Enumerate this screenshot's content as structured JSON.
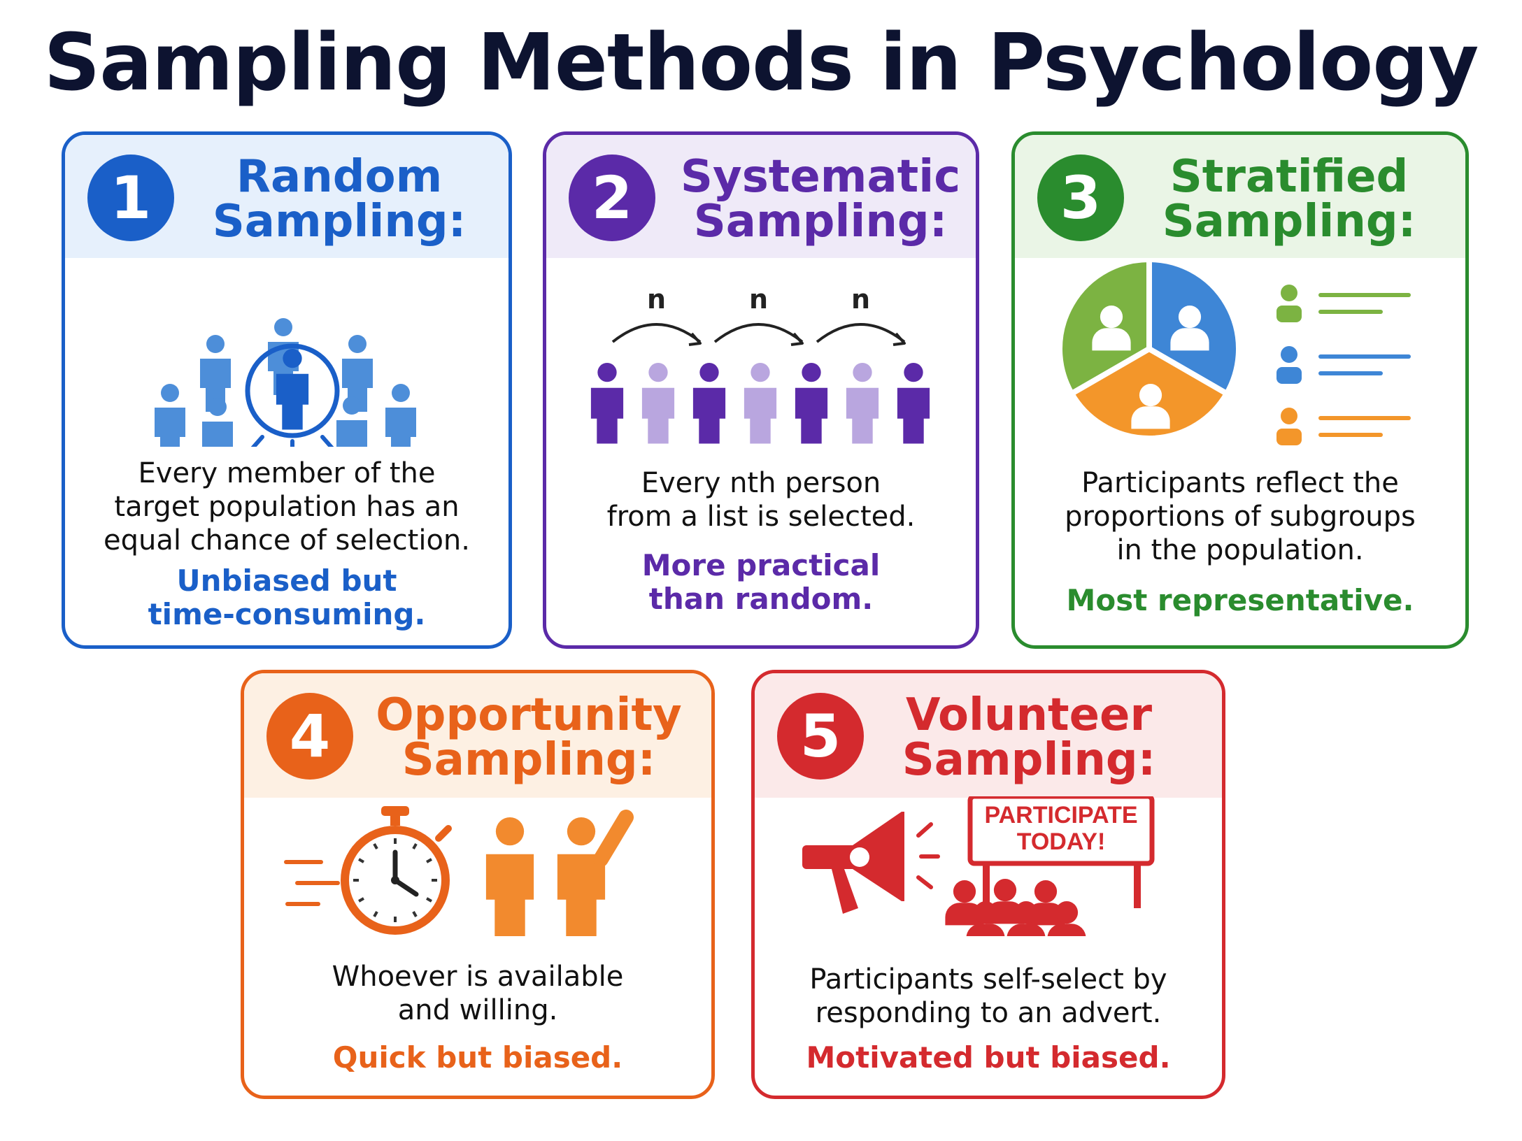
{
  "title": "Sampling Methods in Psychology",
  "cards": [
    {
      "number": "1",
      "heading": [
        "Random",
        "Sampling:"
      ],
      "description": [
        "Every member of the",
        "target population has an",
        "equal chance of selection."
      ],
      "verdict": [
        "Unbiased but",
        "time-consuming."
      ],
      "color": "#1a5fc8",
      "band": "#e6f0fc",
      "light": "#4d8ed9",
      "icon": "person-group-target-icon"
    },
    {
      "number": "2",
      "heading": [
        "Systematic",
        "Sampling:"
      ],
      "description": [
        "Every nth person",
        "from a list is selected."
      ],
      "verdict": [
        "More practical",
        "than random."
      ],
      "color": "#5b2aa8",
      "band": "#efeaf8",
      "light": "#b9a6df",
      "interval_labels": [
        "n",
        "n",
        "n"
      ],
      "icon": "every-nth-person-icon"
    },
    {
      "number": "3",
      "heading": [
        "Stratified",
        "Sampling:"
      ],
      "description": [
        "Participants reflect the",
        "proportions of subgroups",
        "in the population."
      ],
      "verdict": [
        "Most representative."
      ],
      "color": "#2a8c2e",
      "band": "#eaf5e6",
      "strata_colors": [
        "#7cb342",
        "#3e86d6",
        "#f3962a"
      ],
      "icon": "subgroup-pie-icon"
    },
    {
      "number": "4",
      "heading": [
        "Opportunity",
        "Sampling:"
      ],
      "description": [
        "Whoever is available",
        "and willing."
      ],
      "verdict": [
        "Quick but biased."
      ],
      "color": "#e8621a",
      "band": "#fdf0e3",
      "light": "#f28a2e",
      "icon": "stopwatch-people-icon"
    },
    {
      "number": "5",
      "heading": [
        "Volunteer",
        "Sampling:"
      ],
      "description": [
        "Participants self-select by",
        "responding to an advert."
      ],
      "verdict": [
        "Motivated but biased."
      ],
      "color": "#d42a2e",
      "band": "#fbe9e9",
      "sign_text": [
        "PARTICIPATE",
        "TODAY!"
      ],
      "icon": "megaphone-sign-icon"
    }
  ]
}
